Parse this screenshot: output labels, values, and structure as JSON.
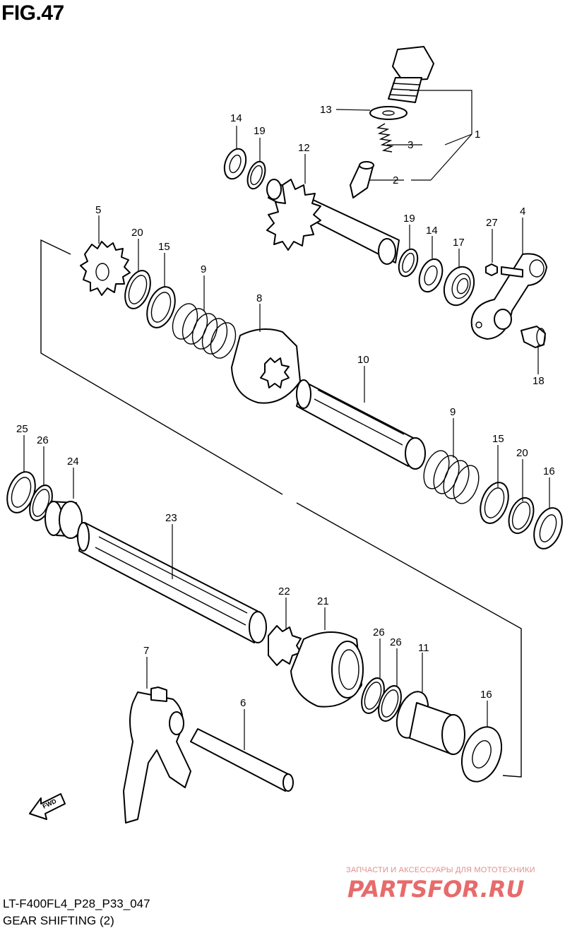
{
  "figure": {
    "title": "FIG.47",
    "code": "LT-F400FL4_P28_P33_047",
    "caption": "GEAR SHIFTING (2)"
  },
  "watermark": {
    "text": "ЗАПЧАСТИ И АКСЕССУАРЫ ДЛЯ МОТОТЕХНИКИ",
    "logo": "PARTSFOR.RU",
    "color": "#e03a3a"
  },
  "fwd_label": "FWD",
  "callouts": [
    "1",
    "2",
    "3",
    "4",
    "5",
    "6",
    "7",
    "8",
    "9",
    "9",
    "10",
    "11",
    "12",
    "13",
    "14",
    "14",
    "15",
    "15",
    "16",
    "16",
    "17",
    "18",
    "19",
    "19",
    "20",
    "20",
    "21",
    "22",
    "23",
    "24",
    "25",
    "26",
    "26",
    "26",
    "27"
  ]
}
